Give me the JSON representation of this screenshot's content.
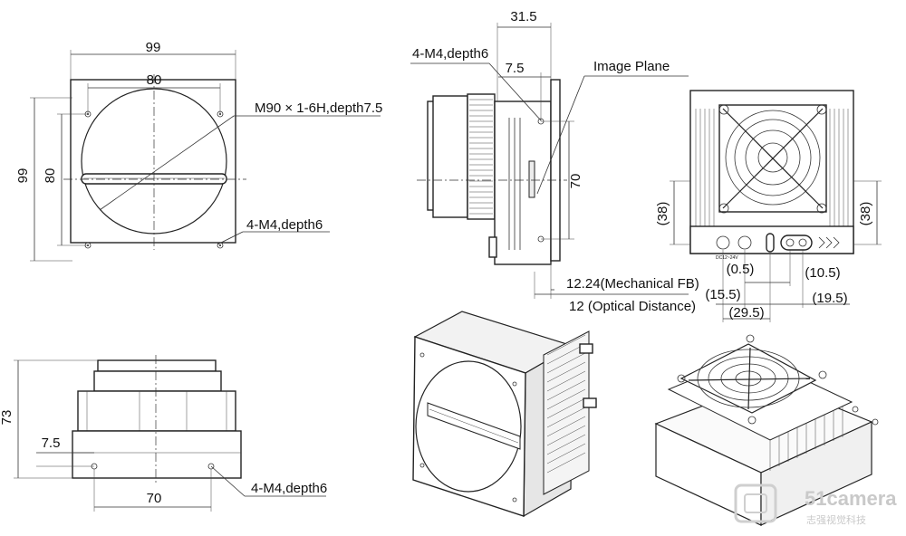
{
  "front_view": {
    "width_outer": "99",
    "width_inner": "80",
    "height_outer": "99",
    "height_inner": "80",
    "thread_note": "M90 × 1-6H,depth7.5",
    "hole_note": "4-M4,depth6"
  },
  "side_view": {
    "top_dim": "31.5",
    "hole_note": "4-M4,depth6",
    "offset_dim": "7.5",
    "image_plane_label": "Image Plane",
    "height_dim": "70",
    "mechanical_fb": "12.24(Mechanical FB)",
    "optical_distance": "12 (Optical Distance)"
  },
  "rear_view": {
    "left_dim": "(38)",
    "right_dim": "(38)",
    "dim_a": "(0.5)",
    "dim_b": "(10.5)",
    "dim_c": "(15.5)",
    "dim_d": "(19.5)",
    "dim_e": "(29.5)",
    "port_label": "DC12~24V"
  },
  "bottom_view": {
    "height_dim": "73",
    "offset_dim": "7.5",
    "width_dim": "70",
    "hole_note": "4-M4,depth6"
  },
  "watermark": {
    "brand": "51camera",
    "subtitle": "志强视觉科技"
  }
}
